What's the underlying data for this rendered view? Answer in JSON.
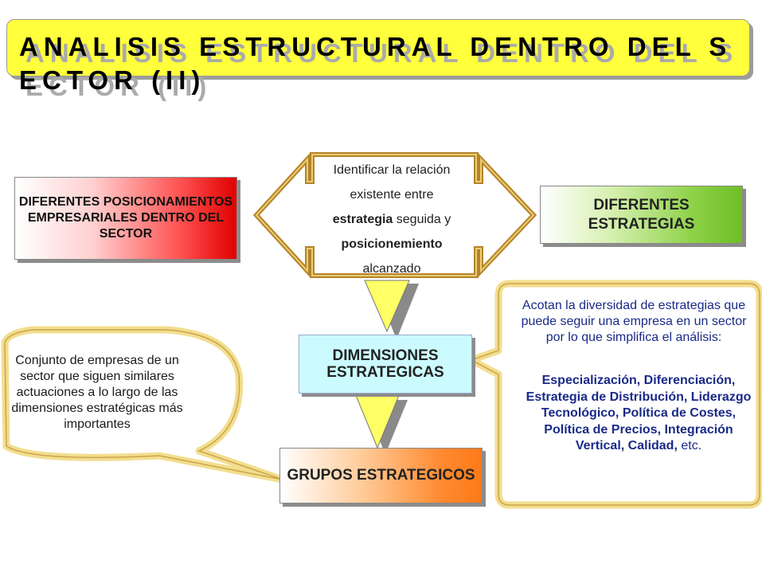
{
  "title": {
    "line1": "ANALISIS ESTRUCTURAL DENTRO DEL S",
    "line2": "ECTOR (II)"
  },
  "boxes": {
    "positions": "DIFERENTES POSICIONAMIENTOS EMPRESARIALES DENTRO DEL SECTOR",
    "strategies": "DIFERENTES ESTRATEGIAS",
    "dimensions": "DIMENSIONES ESTRATEGICAS",
    "groups": "GRUPOS ESTRATEGICOS"
  },
  "center_arrow": {
    "line1": "Identificar la relación",
    "line2": "existente entre",
    "line3_bold": "estrategia",
    "line3_rest": " seguida y",
    "line4_bold": "posicionemiento",
    "line5": "alcanzado"
  },
  "left_bubble": {
    "text": "Conjunto de empresas de un sector que siguen similares actuaciones a lo largo de las dimensiones estratégicas más importantes"
  },
  "right_bubble": {
    "intro": "Acotan la diversidad de estrategias que puede seguir una empresa en un sector por lo que simplifica el análisis:",
    "list": "Especialización, Diferenciación, Estrategia de Distribución, Liderazgo Tecnológico, Política de Costes, Política de Precios, Integración Vertical, Calidad,",
    "etc": "etc."
  },
  "colors": {
    "banner": "#ffff3c",
    "bubble_border": "#f0d080",
    "arrow_fill": "#ffff66",
    "arrow_border": "#b5832a",
    "right_text": "#1a2a88"
  }
}
